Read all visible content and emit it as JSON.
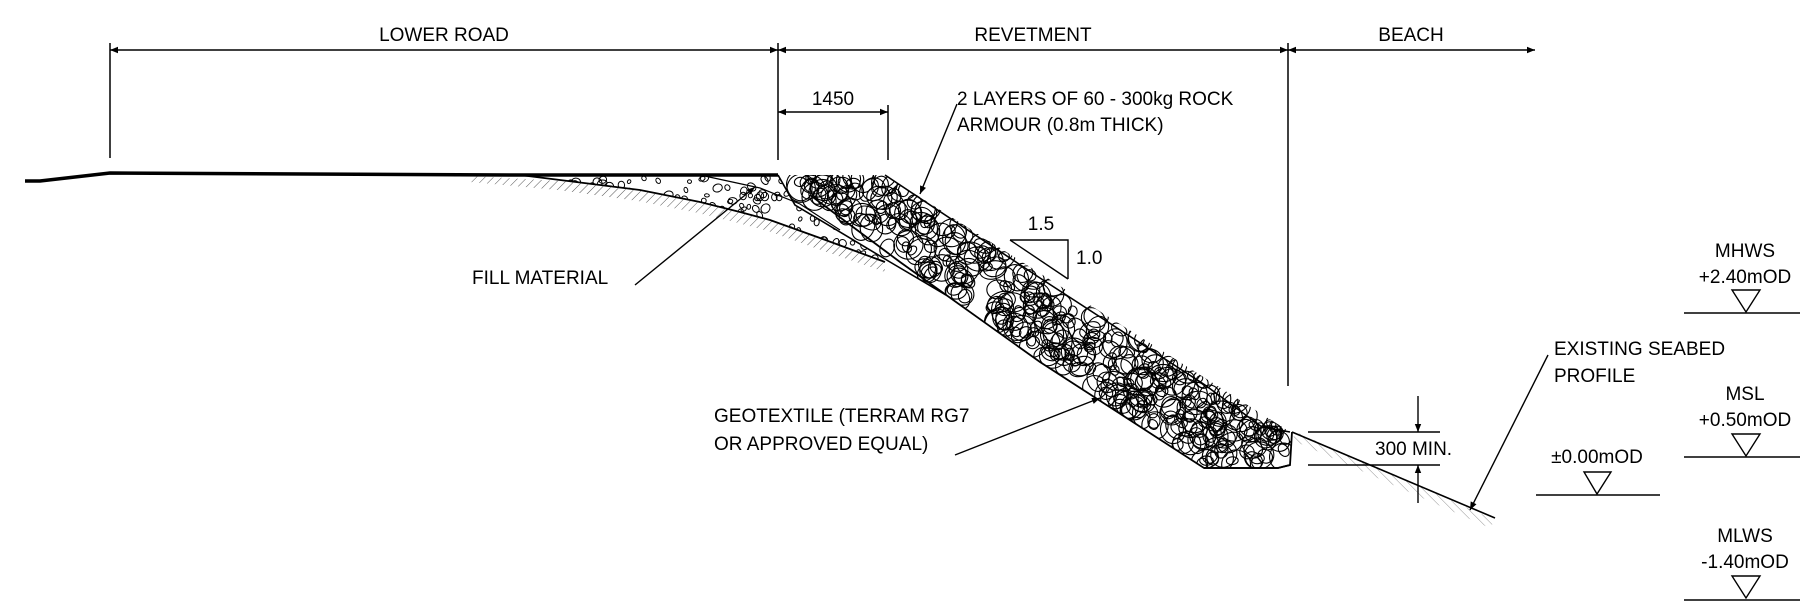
{
  "zones": {
    "lower_road": "LOWER ROAD",
    "revetment": "REVETMENT",
    "beach": "BEACH"
  },
  "dimensions": {
    "crest_width": "1450",
    "toe_depth": "300 MIN."
  },
  "slope": {
    "horizontal": "1.5",
    "vertical": "1.0"
  },
  "annotations": {
    "armour_line1": "2 LAYERS OF 60 - 300kg ROCK",
    "armour_line2": "ARMOUR (0.8m THICK)",
    "fill": "FILL MATERIAL",
    "geotextile_line1": "GEOTEXTILE (TERRAM RG7",
    "geotextile_line2": "OR APPROVED EQUAL)",
    "seabed_line1": "EXISTING SEABED",
    "seabed_line2": "PROFILE"
  },
  "levels": {
    "mhws_name": "MHWS",
    "mhws_value": "+2.40mOD",
    "msl_name": "MSL",
    "msl_value": "+0.50mOD",
    "datum_value": "±0.00mOD",
    "mlws_name": "MLWS",
    "mlws_value": "-1.40mOD"
  }
}
